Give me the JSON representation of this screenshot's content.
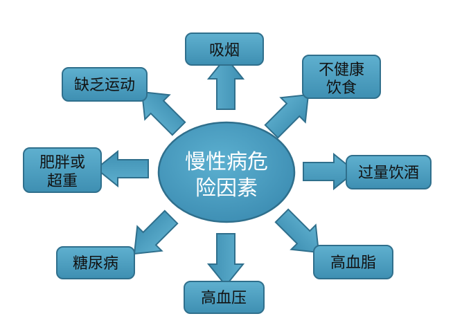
{
  "colors": {
    "box_fill": "#4e9fc0",
    "box_stroke": "#2f6f8c",
    "arrow_fill": "#4e9fc0",
    "arrow_stroke": "#2f6f8c",
    "center_fill": "#4e9fc0",
    "center_stroke": "#2f6f8c",
    "center_text": "#ffffff",
    "box_text": "#111111"
  },
  "center": {
    "line1": "慢性病危",
    "line2": "险因素"
  },
  "factors": {
    "smoking": "吸烟",
    "unhealthy_diet_line1": "不健康",
    "unhealthy_diet_line2": "饮食",
    "excess_drinking": "过量饮酒",
    "hyperlipidemia": "高血脂",
    "hypertension": "高血压",
    "diabetes": "糖尿病",
    "obesity_line1": "肥胖或",
    "obesity_line2": "超重",
    "lack_of_exercise": "缺乏运动"
  }
}
